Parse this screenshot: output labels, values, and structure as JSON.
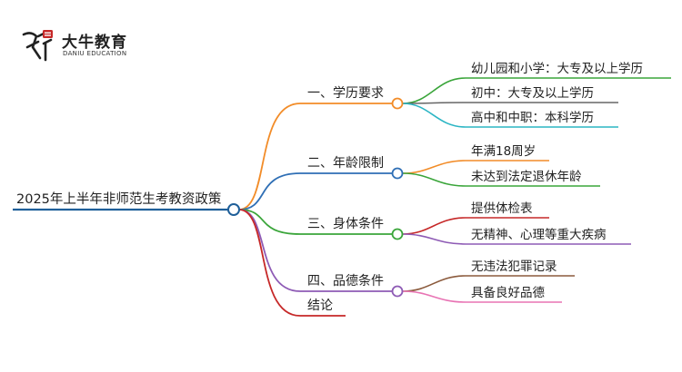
{
  "logo": {
    "mark_text": "大牛",
    "name_cn": "大牛教育",
    "name_en": "DANIU EDUCATION",
    "accent": "#c62828"
  },
  "root": {
    "label": "2025年上半年非师范生考教资政策",
    "color": "#1f5f99"
  },
  "branches": [
    {
      "label": "一、学历要求",
      "color": "#f28c28",
      "leaves": [
        {
          "label": "幼儿园和小学：大专及以上学历",
          "color": "#3aa53a"
        },
        {
          "label": "初中：大专及以上学历",
          "color": "#666666"
        },
        {
          "label": "高中和中职：本科学历",
          "color": "#2bb5c4"
        }
      ]
    },
    {
      "label": "二、年龄限制",
      "color": "#2f6fb5",
      "leaves": [
        {
          "label": "年满18周岁",
          "color": "#f28c28"
        },
        {
          "label": "未达到法定退休年龄",
          "color": "#3aa53a"
        }
      ]
    },
    {
      "label": "三、身体条件",
      "color": "#3aa53a",
      "leaves": [
        {
          "label": "提供体检表",
          "color": "#c62828"
        },
        {
          "label": "无精神、心理等重大疾病",
          "color": "#8e5bb5"
        }
      ]
    },
    {
      "label": "四、品德条件",
      "color": "#8e5bb5",
      "leaves": [
        {
          "label": "无违法犯罪记录",
          "color": "#8b5a3c"
        },
        {
          "label": "具备良好品德",
          "color": "#e874b4"
        }
      ]
    },
    {
      "label": "结论",
      "color": "#c62828",
      "leaves": []
    }
  ]
}
